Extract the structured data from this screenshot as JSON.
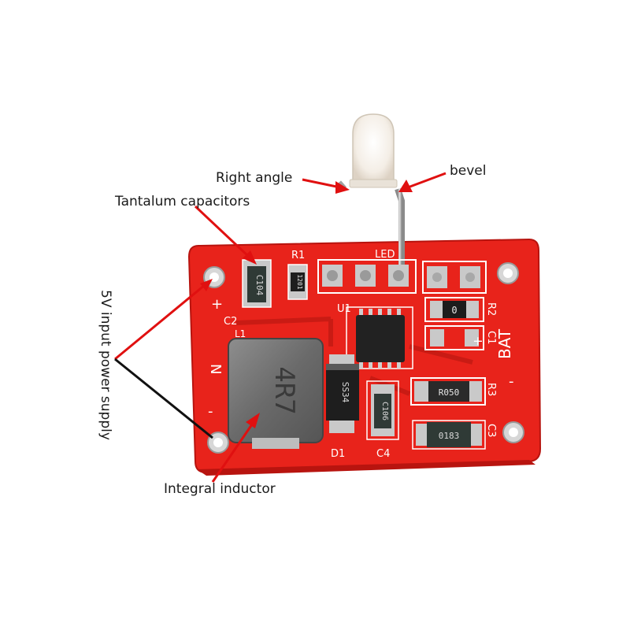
{
  "annotations": {
    "right_angle": "Right angle",
    "bevel": "bevel",
    "tantalum": "Tantalum capacitors",
    "power_supply": "5V input power supply",
    "inductor": "Integral inductor"
  },
  "silkscreen": {
    "r1": "R1",
    "led": "LED",
    "c2": "C2",
    "l1": "L1",
    "u1": "U1",
    "r2": "R2",
    "c1": "C1",
    "bat": "BAT",
    "plus_right": "+",
    "minus_right": "-",
    "r3": "R3",
    "c3": "C3",
    "d1": "D1",
    "c4": "C4",
    "n": "N",
    "plus_left": "+",
    "minus_left": "-"
  },
  "component_marks": {
    "tantalum_cap": "C104",
    "resistor_r1": "1201",
    "resistor_r2": "0",
    "inductor": "4R7",
    "diode": "SS34",
    "cap_c4": "C106",
    "resistor_r3": "R050",
    "cap_c3": "0183"
  },
  "colors": {
    "pcb": "#e8231b",
    "pcb_dark": "#b8140f",
    "arrow": "#e01010",
    "pad": "#c9c9c9"
  }
}
